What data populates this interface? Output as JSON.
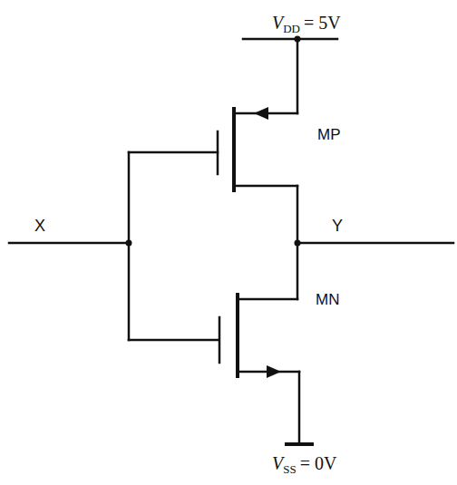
{
  "diagram": {
    "labels": [
      "V",
      "DD",
      "= 5V",
      "MP",
      "X",
      "Y",
      "MN",
      "V",
      "SS",
      "= 0V"
    ]
  }
}
